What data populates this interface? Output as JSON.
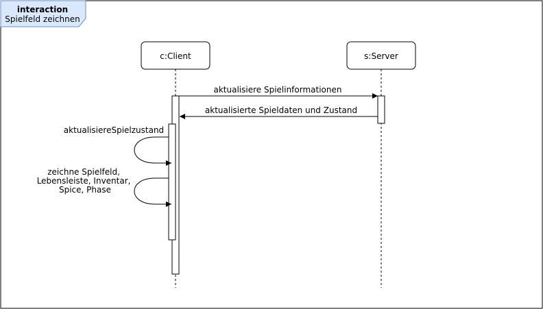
{
  "frame": {
    "keyword": "interaction",
    "name": "Spielfeld zeichnen"
  },
  "lifelines": [
    {
      "label": "c:Client"
    },
    {
      "label": "s:Server"
    }
  ],
  "messages": [
    {
      "label": "aktualisiere Spielinformationen",
      "kind": "sync-call"
    },
    {
      "label": "aktualisierte Spieldaten und Zustand",
      "kind": "return"
    },
    {
      "label": "aktualisiereSpielzustand",
      "kind": "self-call"
    },
    {
      "lines": [
        "zeichne Spielfeld,",
        "Lebensleiste, Inventar,",
        "Spice, Phase"
      ],
      "kind": "self-call"
    }
  ],
  "colors": {
    "frame_label_fill": "#dae8fc",
    "frame_label_stroke": "#6c8ebf",
    "line": "#000000",
    "background": "#ffffff"
  }
}
